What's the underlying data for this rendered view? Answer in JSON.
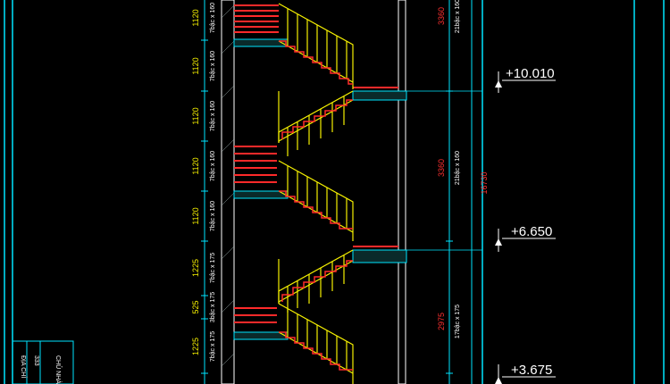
{
  "colors": {
    "background": "#000000",
    "frame": "#00e5ff",
    "stair": "#f5f000",
    "tread": "#ff2a2a",
    "dim": "#ffffff",
    "dim_red": "#ff3030",
    "wall": "#ffffff"
  },
  "left_dims": {
    "values": [
      "1120",
      "1120",
      "1120",
      "1120",
      "1120",
      "1225",
      "525",
      "1225"
    ],
    "notes": [
      "7bậc x 160",
      "7bậc x 160",
      "7bậc x 160",
      "7bậc x 160",
      "7bậc x 160",
      "7bậc x 175",
      "3bậc x 175",
      "7bậc x 175"
    ]
  },
  "right_dims": {
    "values": [
      "3360",
      "3360",
      "2975"
    ],
    "notes": [
      "21bậc x 160",
      "21bậc x 160",
      "17bậc x 175"
    ],
    "total": "16730"
  },
  "levels": [
    "+10.010",
    "+6.650",
    "+3.675"
  ],
  "title_block": {
    "cells": [
      "ĐỊA CHỈ",
      "CHỦ NHÀ",
      "333"
    ]
  }
}
